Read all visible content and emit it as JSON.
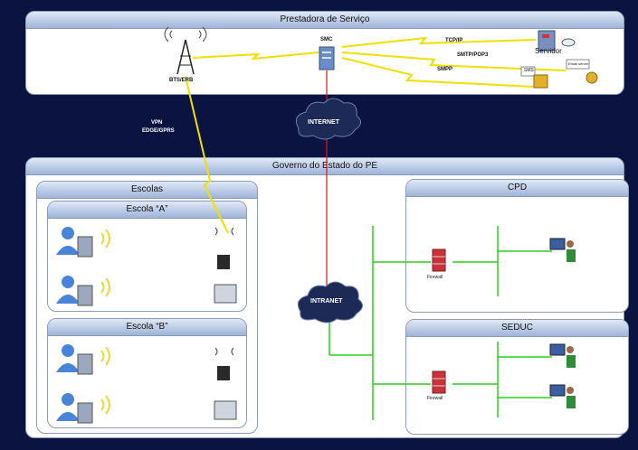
{
  "provider": {
    "title": "Prestadora de Serviço"
  },
  "government": {
    "title": "Governo do Estado do PE"
  },
  "schools": {
    "title": "Escolas",
    "a": "Escola “A”",
    "b": "Escola “B”"
  },
  "cpd": {
    "title": "CPD"
  },
  "seduc": {
    "title": "SEDUC"
  },
  "nodes": {
    "bts": "BTS/ERB",
    "smc": "SMC",
    "server": "Servidor",
    "sms": "SMS",
    "email": "Email server",
    "internet": "INTERNET",
    "intranet": "INTRANET",
    "firewall": "Firewall"
  },
  "links": {
    "tcpip": "TCP/IP",
    "smtp": "SMTP/POP3",
    "smpp": "SMPP",
    "vpn": "VPN",
    "edge": "EDGE/GPRS"
  },
  "colors": {
    "background": "#0b1440",
    "header": "#9fb4d8",
    "internet_link": "#e01515",
    "lan": "#2bd11b",
    "wireless": "#f0e000"
  }
}
